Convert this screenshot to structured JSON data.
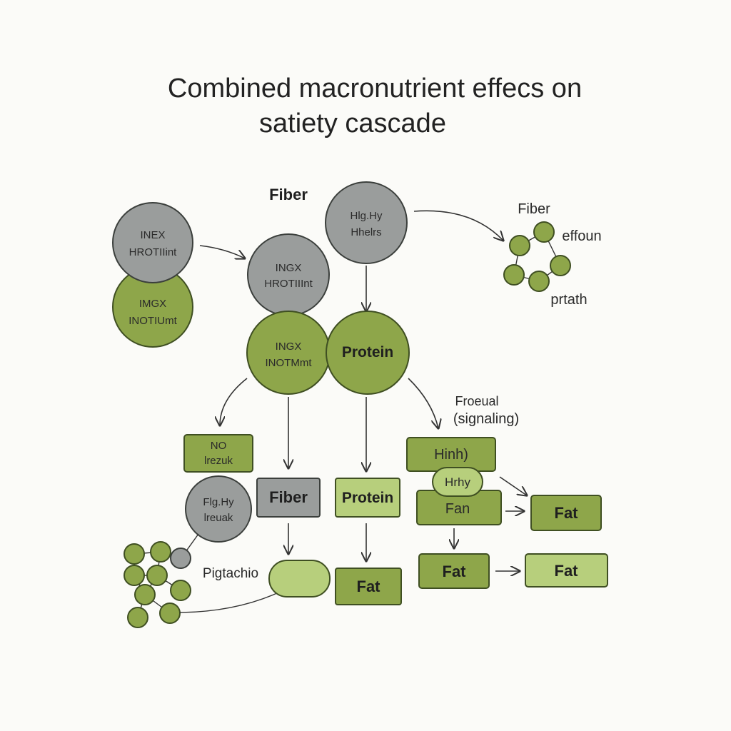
{
  "title": {
    "line1": "Combined macronutrient effecs on",
    "line2": "satiety cascade"
  },
  "labels": {
    "fiber_top": "Fiber",
    "fiber_cluster": "Fiber",
    "effoun": "effoun",
    "prtath": "prtath",
    "froeual": "Froeual",
    "signaling": "(signaling)",
    "pigtachio": "Pigtachio"
  },
  "nodes": {
    "inex_gray_l1": "INEX",
    "inex_gray_l2": "HROTIIint",
    "imgx_olive_l1": "IMGX",
    "imgx_olive_l2": "INOTIUmt",
    "ingx_gray_l1": "INGX",
    "ingx_gray_l2": "HROTIIInt",
    "higly_l1": "Hlg.Hy",
    "higly_l2": "Hhelrs",
    "ingx_olive_l1": "INGX",
    "ingx_olive_l2": "INOTMmt",
    "protein_circle": "Protein",
    "no_box_l1": "NO",
    "no_box_l2": "lrezuk",
    "fighy_l1": "Flg.Hy",
    "fighy_l2": "lreuak",
    "fiber_box": "Fiber",
    "protein_box": "Protein",
    "fat_box_center": "Fat",
    "hinh_box": "Hinh)",
    "hrhy_box": "Hrhy",
    "fan_box": "Fan",
    "fat_box_right_top": "Fat",
    "fat_box_right_bottom_l": "Fat",
    "fat_box_right_bottom_r": "Fat"
  },
  "colors": {
    "gray_node": "#9a9d9c",
    "olive_node": "#8ea64a",
    "light_green_node": "#b7cf7c",
    "outline": "#3f4f22",
    "background": "#fbfbf8"
  }
}
